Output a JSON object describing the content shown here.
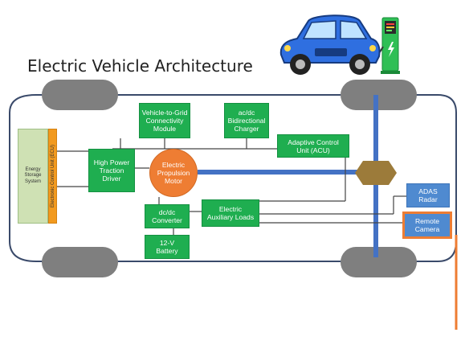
{
  "title": "Electric Vehicle Architecture",
  "components": {
    "energy_storage": "Energy\nStorage\nSystem",
    "ecu": "Electronic Control Unit (ECU)",
    "traction_driver": "High Power\nTraction\nDriver",
    "v2g_module": "Vehicle-to-Grid\nConnectivity\nModule",
    "charger": "ac/dc\nBidirectional\nCharger",
    "acu": "Adaptive Control\nUnit (ACU)",
    "motor": "Electric\nPropulsion\nMotor",
    "dcdc": "dc/dc\nConverter",
    "aux_loads": "Electric\nAuxiliary Loads",
    "battery_12v": "12-V\nBattery",
    "adas_radar": "ADAS\nRadar",
    "remote_camera": "Remote\nCamera"
  },
  "colors": {
    "component_green": "#1fae50",
    "sensor_blue": "#4f8ad0",
    "highlight_orange": "#ee7d33",
    "ecu_orange": "#f29a1f",
    "storage_green": "#cfe1b4",
    "drive_shaft_blue": "#4472c4",
    "gearbox_brown": "#9c7b3a",
    "wheel_gray": "#7f7f7f"
  },
  "icons": {
    "car": "electric-car-illustration",
    "charging_station": "charging-station-icon"
  }
}
